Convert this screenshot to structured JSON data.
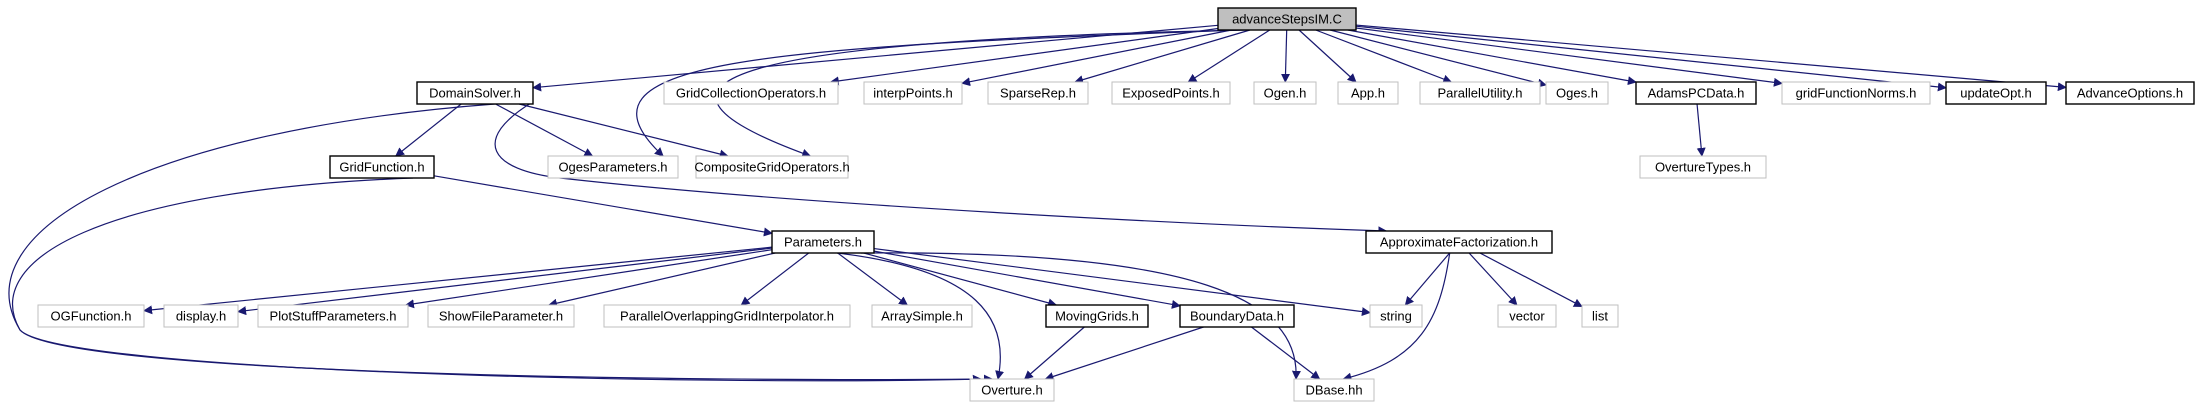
{
  "colors": {
    "edge": "#191970",
    "root_fill": "#bfbfbf",
    "documented_border": "#000000",
    "undocumented_border": "#bfbfbf",
    "background": "#ffffff"
  },
  "nodes": [
    {
      "id": "root",
      "label": "advanceStepsIM.C",
      "kind": "root"
    },
    {
      "id": "ds",
      "label": "DomainSolver.h",
      "kind": "documented"
    },
    {
      "id": "gco",
      "label": "GridCollectionOperators.h",
      "kind": "undocumented"
    },
    {
      "id": "ip",
      "label": "interpPoints.h",
      "kind": "undocumented"
    },
    {
      "id": "sr",
      "label": "SparseRep.h",
      "kind": "undocumented"
    },
    {
      "id": "ep",
      "label": "ExposedPoints.h",
      "kind": "undocumented"
    },
    {
      "id": "ogen",
      "label": "Ogen.h",
      "kind": "undocumented"
    },
    {
      "id": "app",
      "label": "App.h",
      "kind": "undocumented"
    },
    {
      "id": "pu",
      "label": "ParallelUtility.h",
      "kind": "undocumented"
    },
    {
      "id": "oges",
      "label": "Oges.h",
      "kind": "undocumented"
    },
    {
      "id": "apc",
      "label": "AdamsPCData.h",
      "kind": "documented"
    },
    {
      "id": "gfn",
      "label": "gridFunctionNorms.h",
      "kind": "undocumented"
    },
    {
      "id": "uo",
      "label": "updateOpt.h",
      "kind": "documented"
    },
    {
      "id": "ao",
      "label": "AdvanceOptions.h",
      "kind": "documented"
    },
    {
      "id": "gf",
      "label": "GridFunction.h",
      "kind": "documented"
    },
    {
      "id": "op",
      "label": "OgesParameters.h",
      "kind": "undocumented"
    },
    {
      "id": "cgo",
      "label": "CompositeGridOperators.h",
      "kind": "undocumented"
    },
    {
      "id": "ot",
      "label": "OvertureTypes.h",
      "kind": "undocumented"
    },
    {
      "id": "par",
      "label": "Parameters.h",
      "kind": "documented"
    },
    {
      "id": "af",
      "label": "ApproximateFactorization.h",
      "kind": "documented"
    },
    {
      "id": "ogf",
      "label": "OGFunction.h",
      "kind": "undocumented"
    },
    {
      "id": "disp",
      "label": "display.h",
      "kind": "undocumented"
    },
    {
      "id": "psp",
      "label": "PlotStuffParameters.h",
      "kind": "undocumented"
    },
    {
      "id": "sfp",
      "label": "ShowFileParameter.h",
      "kind": "undocumented"
    },
    {
      "id": "pogi",
      "label": "ParallelOverlappingGridInterpolator.h",
      "kind": "undocumented"
    },
    {
      "id": "as",
      "label": "ArraySimple.h",
      "kind": "undocumented"
    },
    {
      "id": "mg",
      "label": "MovingGrids.h",
      "kind": "documented"
    },
    {
      "id": "bd",
      "label": "BoundaryData.h",
      "kind": "documented"
    },
    {
      "id": "str",
      "label": "string",
      "kind": "undocumented"
    },
    {
      "id": "vec",
      "label": "vector",
      "kind": "undocumented"
    },
    {
      "id": "lst",
      "label": "list",
      "kind": "undocumented"
    },
    {
      "id": "ovt",
      "label": "Overture.h",
      "kind": "undocumented"
    },
    {
      "id": "db",
      "label": "DBase.hh",
      "kind": "undocumented"
    }
  ],
  "edges": [
    [
      "root",
      "ds"
    ],
    [
      "root",
      "gco"
    ],
    [
      "root",
      "ip"
    ],
    [
      "root",
      "sr"
    ],
    [
      "root",
      "ep"
    ],
    [
      "root",
      "ogen"
    ],
    [
      "root",
      "app"
    ],
    [
      "root",
      "pu"
    ],
    [
      "root",
      "oges"
    ],
    [
      "root",
      "apc"
    ],
    [
      "root",
      "gfn"
    ],
    [
      "root",
      "uo"
    ],
    [
      "root",
      "ao"
    ],
    [
      "root",
      "op"
    ],
    [
      "root",
      "cgo"
    ],
    [
      "ds",
      "gf"
    ],
    [
      "ds",
      "op"
    ],
    [
      "ds",
      "cgo"
    ],
    [
      "ds",
      "af"
    ],
    [
      "ds",
      "ovt"
    ],
    [
      "apc",
      "ot"
    ],
    [
      "gf",
      "par"
    ],
    [
      "gf",
      "ovt"
    ],
    [
      "par",
      "ogf"
    ],
    [
      "par",
      "disp"
    ],
    [
      "par",
      "psp"
    ],
    [
      "par",
      "sfp"
    ],
    [
      "par",
      "pogi"
    ],
    [
      "par",
      "as"
    ],
    [
      "par",
      "mg"
    ],
    [
      "par",
      "bd"
    ],
    [
      "par",
      "str"
    ],
    [
      "par",
      "ovt"
    ],
    [
      "par",
      "db"
    ],
    [
      "af",
      "str"
    ],
    [
      "af",
      "vec"
    ],
    [
      "af",
      "lst"
    ],
    [
      "af",
      "db"
    ],
    [
      "mg",
      "ovt"
    ],
    [
      "bd",
      "ovt"
    ],
    [
      "bd",
      "db"
    ]
  ]
}
